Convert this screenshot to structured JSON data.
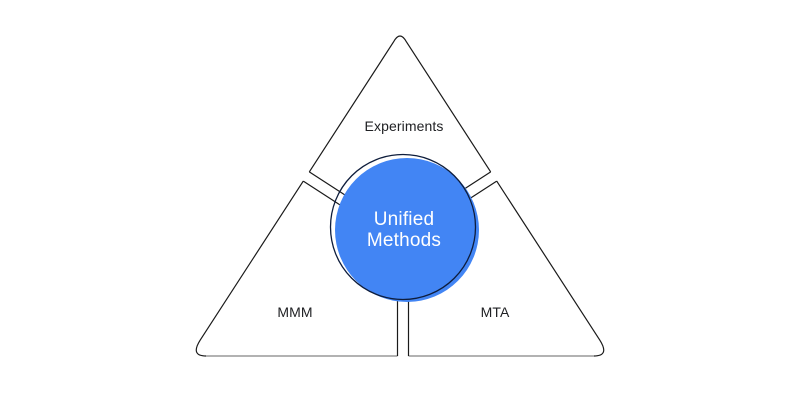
{
  "diagram": {
    "nodes": {
      "top": {
        "label": "Experiments"
      },
      "bottom_left": {
        "label": "MMM"
      },
      "bottom_right": {
        "label": "MTA"
      },
      "center": {
        "label_line1": "Unified",
        "label_line2": "Methods"
      }
    },
    "colors": {
      "center_fill": "#4285f4",
      "center_outline": "#0e1d3c",
      "center_text": "#ffffff",
      "triangle_stroke": "#1a1a1a",
      "bottom_edge_stroke": "#a8a8a8",
      "label_text": "#202124",
      "background": "#ffffff"
    }
  }
}
